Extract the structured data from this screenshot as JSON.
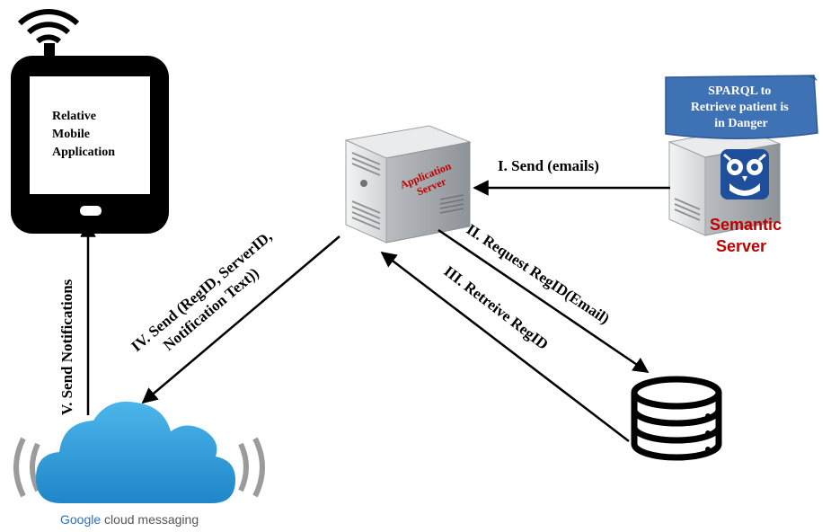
{
  "phone": {
    "screen_text": [
      "Relative",
      "Mobile",
      "Application"
    ]
  },
  "app_server": {
    "label_lines": [
      "Application",
      "Server"
    ]
  },
  "semantic_server": {
    "label_lines": [
      "Semantic",
      "Server"
    ],
    "callout_lines": [
      "SPARQL to",
      "Retrieve patient is",
      "in Danger"
    ]
  },
  "arrows": {
    "send_emails": "I. Send (emails)",
    "request_regid": "II. Request RegID(Email)",
    "retrieve_regid": "III. Retreive RegID",
    "send_regid_lines": [
      "IV. Send (RegID, ServerID,",
      "Notification Text))"
    ],
    "send_notifications": "V. Send Notifications"
  },
  "gcm": {
    "brand": "Google",
    "suffix": " cloud messaging"
  },
  "colors": {
    "callout_bg": "#3f71b5",
    "callout_text": "#ffffff",
    "server_label_red": "#c00000",
    "cloud_blue": "#2f9ed8",
    "arrow": "#000000"
  }
}
